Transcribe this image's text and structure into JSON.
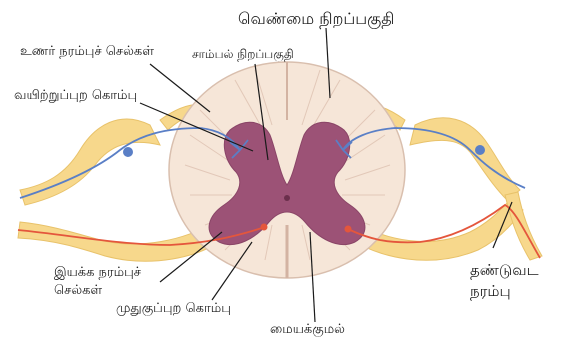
{
  "labels": {
    "white_matter": "வெண்மை நிறப்பகுதி",
    "sensory_neurons": "உணர் நரம்புச் செல்கள்",
    "grey_matter": "சாம்பல் நிறப்பகுதி",
    "ventral_horn": "வயிற்றுப்புற கொம்பு",
    "motor_neurons_line1": "இயக்க நரம்புச்",
    "motor_neurons_line2": "செல்கள்",
    "dorsal_horn": "முதுகுப்புற கொம்பு",
    "central_canal": "மையக்குமல்",
    "spinal_nerve_line1": "தண்டுவட",
    "spinal_nerve_line2": "நரம்பு"
  },
  "colors": {
    "white_matter": "#f6e6d8",
    "white_matter_stroke": "#d9bfae",
    "grey_matter": "#9c5276",
    "nerve_root": "#f7d88c",
    "sensory_line": "#5a7fc6",
    "motor_line": "#e4563c",
    "leader_line": "#1a1a1a"
  }
}
